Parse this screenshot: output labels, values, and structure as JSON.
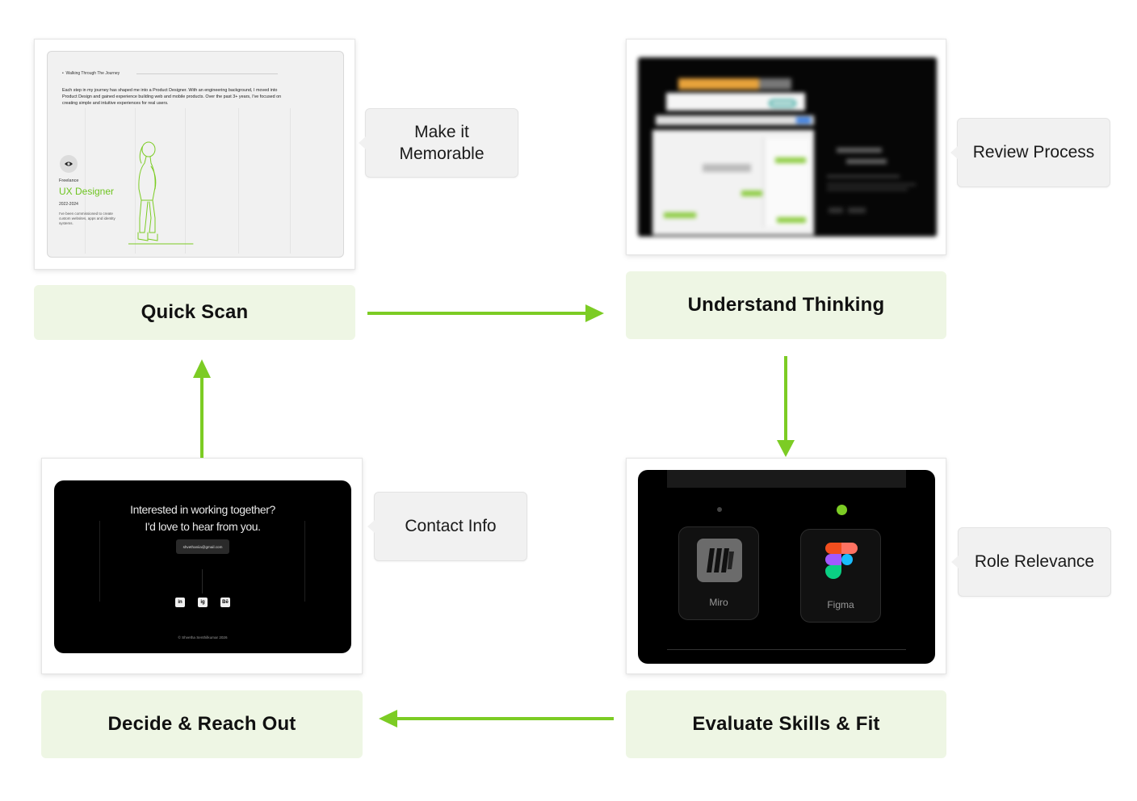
{
  "stages": {
    "quick_scan": "Quick Scan",
    "understand_thinking": "Understand Thinking",
    "evaluate_skills": "Evaluate Skills & Fit",
    "decide_reach_out": "Decide & Reach Out"
  },
  "callouts": {
    "make_memorable": "Make it\nMemorable",
    "review_process": "Review Process",
    "role_relevance": "Role Relevance",
    "contact_info": "Contact Info"
  },
  "portfolio_card": {
    "heading": "Walking Through The Journey",
    "paragraph": "Each step in my journey has shaped me into a Product Designer. With an engineering background, I moved into Product Design and gained experience building web and mobile products. Over the past 3+ years, I've focused on creating simple and intuitive experiences for real users.",
    "type": "Freelance",
    "role": "UX Designer",
    "years": "2022-2024",
    "description": "I've been commissioned to create custom websites, apps and identity systems."
  },
  "contact_card": {
    "line1": "Interested in working together?",
    "line2": "I'd love to hear from you.",
    "email": "shvethaniia@gmail.com",
    "social": [
      "in",
      "ig",
      "Bē"
    ],
    "footer": "© Shvetha Senthilkumar 2026"
  },
  "tools_card": {
    "tools": [
      {
        "name": "Miro"
      },
      {
        "name": "Figma"
      }
    ]
  },
  "colors": {
    "accent": "#7ccc24",
    "stage_bg": "#eef6e4",
    "callout_bg": "#f1f1f1"
  }
}
